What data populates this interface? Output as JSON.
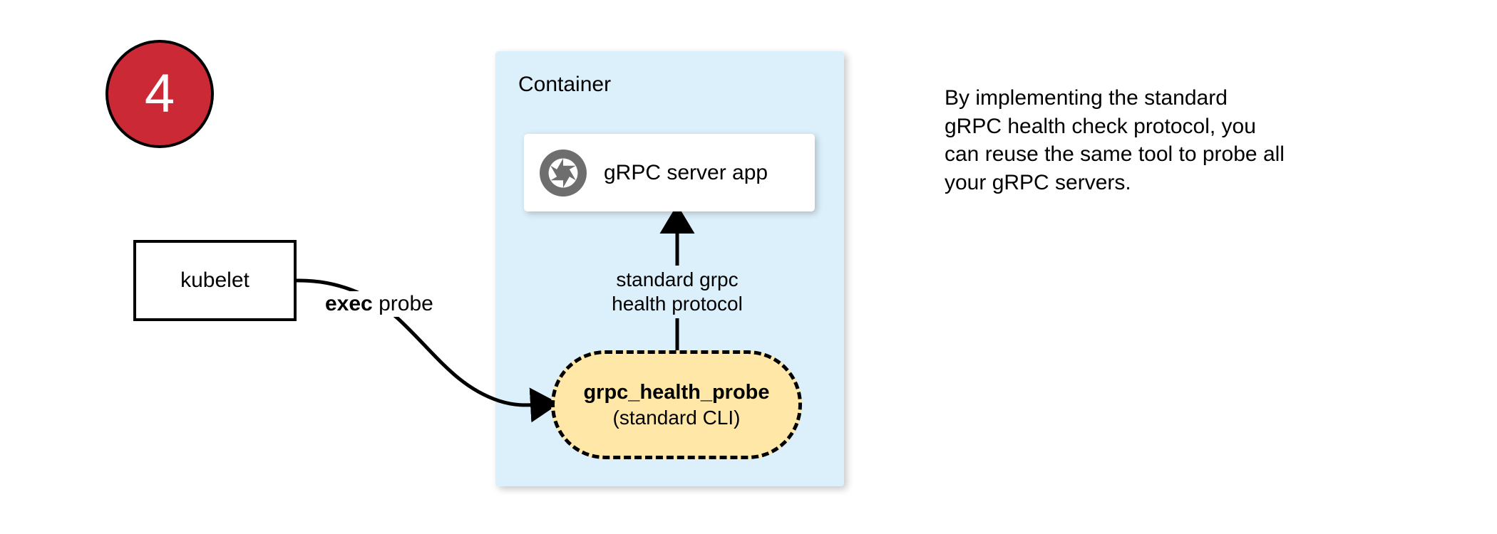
{
  "step": {
    "number": "4"
  },
  "kubelet": {
    "label": "kubelet"
  },
  "container": {
    "title": "Container"
  },
  "grpc_server": {
    "label": "gRPC server app",
    "icon": "grpc-aperture-logo-icon"
  },
  "probe": {
    "title": "grpc_health_probe",
    "subtitle": "(standard CLI)"
  },
  "edges": {
    "exec_probe": {
      "bold_text": "exec",
      "normal_text": " probe"
    },
    "protocol": {
      "line1": "standard grpc",
      "line2": "health protocol"
    }
  },
  "side_note": {
    "line1": "By implementing the standard",
    "line2": "gRPC health check protocol, you",
    "line3": "can reuse the same tool to probe all",
    "line4": "your gRPC servers."
  },
  "colors": {
    "badge_fill": "#cc2936",
    "badge_text": "#ffffff",
    "container_fill": "#dcf0fb",
    "probe_fill": "#ffe7a8",
    "card_fill": "#ffffff",
    "stroke": "#000000",
    "logo_gray": "#6e6e6e"
  }
}
